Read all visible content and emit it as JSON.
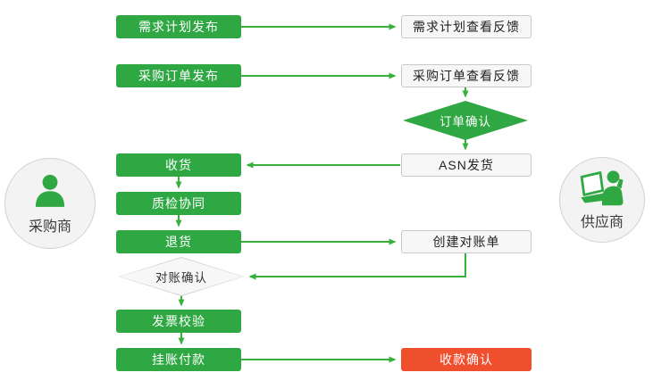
{
  "colors": {
    "process_green": "#2fa843",
    "connector_green": "#38b13c",
    "confirm_red": "#f04f2d",
    "node_bg": "#f7f7f7",
    "node_border": "#c9c9c9",
    "circle_bg": "#f3f3f3",
    "circle_border": "#d2d2d2"
  },
  "actors": {
    "buyer": {
      "label": "采购商",
      "icon": "person-icon"
    },
    "supplier": {
      "label": "供应商",
      "icon": "person-laptop-icon"
    }
  },
  "flow": {
    "demand_plan_publish": "需求计划发布",
    "demand_plan_feedback": "需求计划查看反馈",
    "po_publish": "采购订单发布",
    "po_feedback": "采购订单查看反馈",
    "order_confirm": "订单确认",
    "asn_ship": "ASN发货",
    "receive": "收货",
    "quality_collab": "质检协同",
    "return_goods": "退货",
    "create_statement": "创建对账单",
    "statement_confirm": "对账确认",
    "invoice_verify": "发票校验",
    "booked_payment": "挂账付款",
    "receipt_confirm": "收款确认"
  }
}
